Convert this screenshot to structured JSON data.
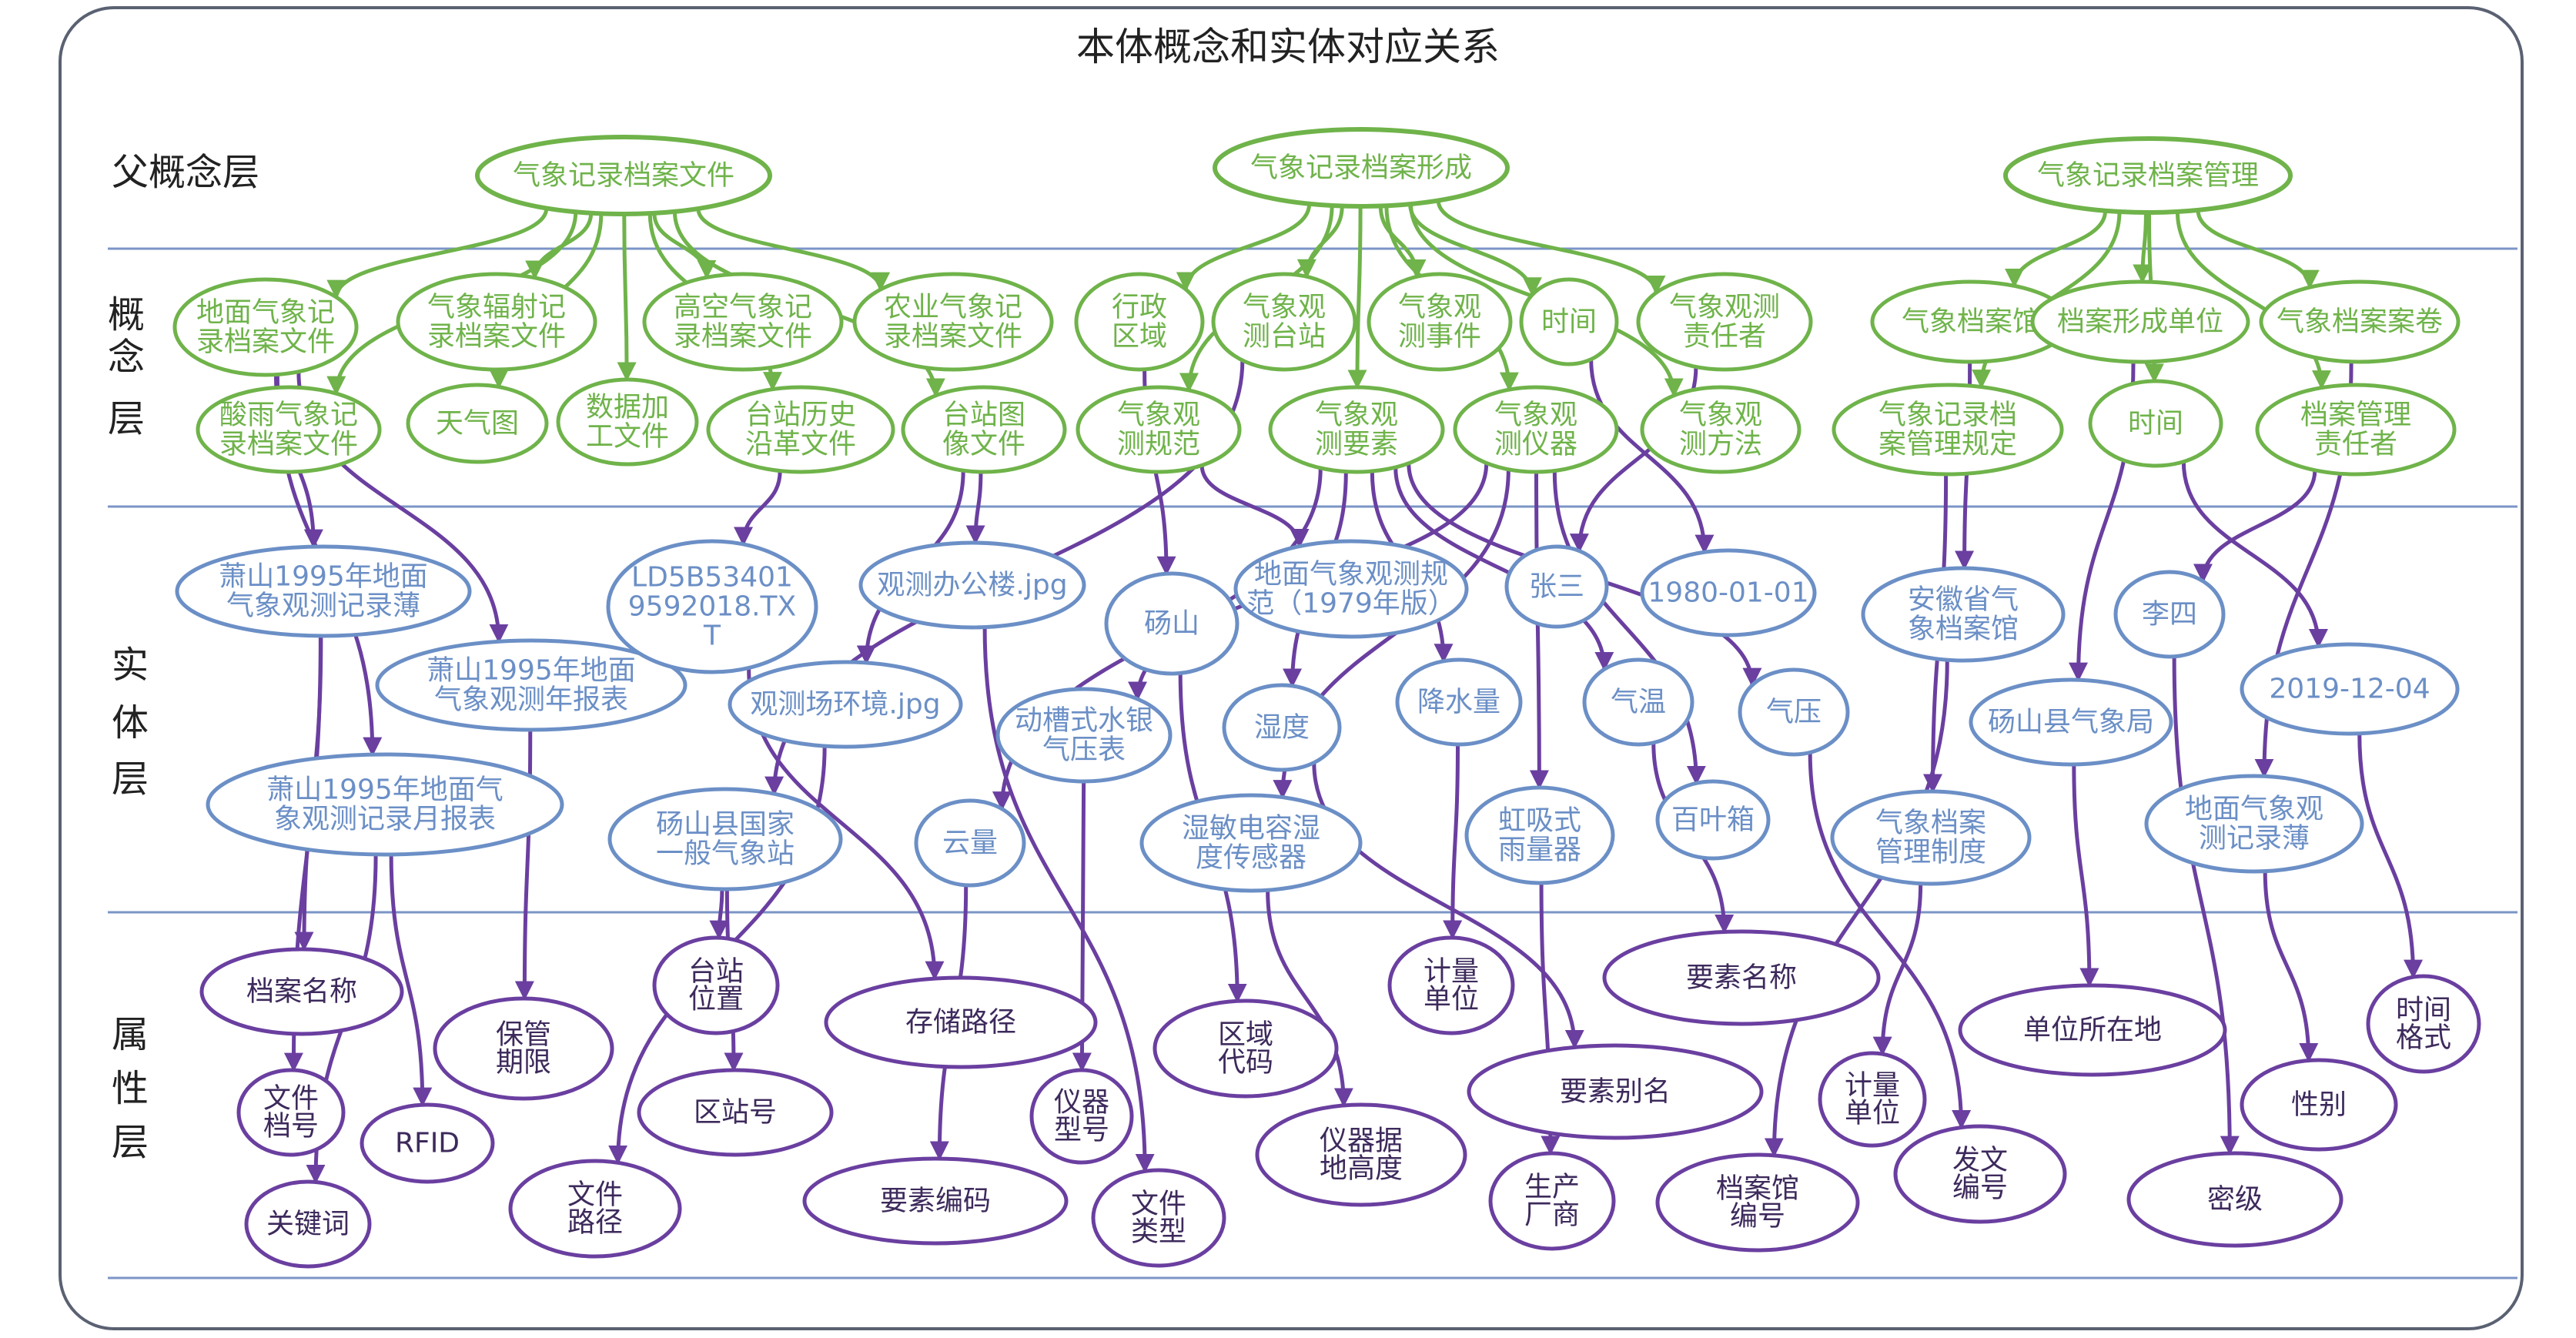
{
  "title": "本体概念和实体对应关系",
  "layers": [
    "父概念层",
    "概念层",
    "实体层",
    "属性层"
  ],
  "colors": {
    "parent": "#6fb34a",
    "concept": "#6fb34a",
    "entity": "#6b8fc6",
    "attr": "#6a3fa0"
  },
  "nodes": [
    {
      "id": "p1",
      "layer": "parent",
      "lines": [
        "气象记录档案文件"
      ]
    },
    {
      "id": "p2",
      "layer": "parent",
      "lines": [
        "气象记录档案形成"
      ]
    },
    {
      "id": "p3",
      "layer": "parent",
      "lines": [
        "气象记录档案管理"
      ]
    },
    {
      "id": "c1",
      "layer": "concept",
      "lines": [
        "地面气象记",
        "录档案文件"
      ]
    },
    {
      "id": "c2",
      "layer": "concept",
      "lines": [
        "气象辐射记",
        "录档案文件"
      ]
    },
    {
      "id": "c3",
      "layer": "concept",
      "lines": [
        "高空气象记",
        "录档案文件"
      ]
    },
    {
      "id": "c4",
      "layer": "concept",
      "lines": [
        "农业气象记",
        "录档案文件"
      ]
    },
    {
      "id": "c5",
      "layer": "concept",
      "lines": [
        "酸雨气象记",
        "录档案文件"
      ]
    },
    {
      "id": "c6",
      "layer": "concept",
      "lines": [
        "天气图"
      ]
    },
    {
      "id": "c7",
      "layer": "concept",
      "lines": [
        "数据加",
        "工文件"
      ]
    },
    {
      "id": "c8",
      "layer": "concept",
      "lines": [
        "台站历史",
        "沿革文件"
      ]
    },
    {
      "id": "c9",
      "layer": "concept",
      "lines": [
        "台站图",
        "像文件"
      ]
    },
    {
      "id": "c10",
      "layer": "concept",
      "lines": [
        "行政",
        "区域"
      ]
    },
    {
      "id": "c11",
      "layer": "concept",
      "lines": [
        "气象观",
        "测台站"
      ]
    },
    {
      "id": "c12",
      "layer": "concept",
      "lines": [
        "气象观",
        "测事件"
      ]
    },
    {
      "id": "c13",
      "layer": "concept",
      "lines": [
        "时间"
      ]
    },
    {
      "id": "c14",
      "layer": "concept",
      "lines": [
        "气象观测",
        "责任者"
      ]
    },
    {
      "id": "c15",
      "layer": "concept",
      "lines": [
        "气象观",
        "测规范"
      ]
    },
    {
      "id": "c16",
      "layer": "concept",
      "lines": [
        "气象观",
        "测要素"
      ]
    },
    {
      "id": "c17",
      "layer": "concept",
      "lines": [
        "气象观",
        "测仪器"
      ]
    },
    {
      "id": "c18",
      "layer": "concept",
      "lines": [
        "气象观",
        "测方法"
      ]
    },
    {
      "id": "c19",
      "layer": "concept",
      "lines": [
        "气象档案馆"
      ]
    },
    {
      "id": "c20",
      "layer": "concept",
      "lines": [
        "档案形成单位"
      ]
    },
    {
      "id": "c21",
      "layer": "concept",
      "lines": [
        "气象档案案卷"
      ]
    },
    {
      "id": "c22",
      "layer": "concept",
      "lines": [
        "气象记录档",
        "案管理规定"
      ]
    },
    {
      "id": "c23",
      "layer": "concept",
      "lines": [
        "时间"
      ]
    },
    {
      "id": "c24",
      "layer": "concept",
      "lines": [
        "档案管理",
        "责任者"
      ]
    },
    {
      "id": "e1",
      "layer": "entity",
      "lines": [
        "萧山1995年地面",
        "气象观测记录薄"
      ]
    },
    {
      "id": "e2",
      "layer": "entity",
      "lines": [
        "萧山1995年地面",
        "气象观测年报表"
      ]
    },
    {
      "id": "e3",
      "layer": "entity",
      "lines": [
        "萧山1995年地面气",
        "象观测记录月报表"
      ]
    },
    {
      "id": "e4",
      "layer": "entity",
      "lines": [
        "LD5B53401",
        "9592018.TX",
        "T"
      ]
    },
    {
      "id": "e5",
      "layer": "entity",
      "lines": [
        "观测办公楼.jpg"
      ]
    },
    {
      "id": "e6",
      "layer": "entity",
      "lines": [
        "观测场环境.jpg"
      ]
    },
    {
      "id": "e7",
      "layer": "entity",
      "lines": [
        "砀山县国家",
        "一般气象站"
      ]
    },
    {
      "id": "e8",
      "layer": "entity",
      "lines": [
        "砀山"
      ]
    },
    {
      "id": "e9",
      "layer": "entity",
      "lines": [
        "动槽式水银",
        "气压表"
      ]
    },
    {
      "id": "e10",
      "layer": "entity",
      "lines": [
        "云量"
      ]
    },
    {
      "id": "e11",
      "layer": "entity",
      "lines": [
        "地面气象观测规",
        "范（1979年版）"
      ]
    },
    {
      "id": "e12",
      "layer": "entity",
      "lines": [
        "湿度"
      ]
    },
    {
      "id": "e13",
      "layer": "entity",
      "lines": [
        "湿敏电容湿",
        "度传感器"
      ]
    },
    {
      "id": "e14",
      "layer": "entity",
      "lines": [
        "张三"
      ]
    },
    {
      "id": "e15",
      "layer": "entity",
      "lines": [
        "降水量"
      ]
    },
    {
      "id": "e16",
      "layer": "entity",
      "lines": [
        "虹吸式",
        "雨量器"
      ]
    },
    {
      "id": "e17",
      "layer": "entity",
      "lines": [
        "1980-01-01"
      ]
    },
    {
      "id": "e18",
      "layer": "entity",
      "lines": [
        "气温"
      ]
    },
    {
      "id": "e19",
      "layer": "entity",
      "lines": [
        "百叶箱"
      ]
    },
    {
      "id": "e20",
      "layer": "entity",
      "lines": [
        "气压"
      ]
    },
    {
      "id": "e21",
      "layer": "entity",
      "lines": [
        "安徽省气",
        "象档案馆"
      ]
    },
    {
      "id": "e22",
      "layer": "entity",
      "lines": [
        "气象档案",
        "管理制度"
      ]
    },
    {
      "id": "e23",
      "layer": "entity",
      "lines": [
        "李四"
      ]
    },
    {
      "id": "e24",
      "layer": "entity",
      "lines": [
        "砀山县气象局"
      ]
    },
    {
      "id": "e25",
      "layer": "entity",
      "lines": [
        "2019-12-04"
      ]
    },
    {
      "id": "e26",
      "layer": "entity",
      "lines": [
        "地面气象观",
        "测记录薄"
      ]
    },
    {
      "id": "a1",
      "layer": "attr",
      "lines": [
        "档案名称"
      ]
    },
    {
      "id": "a2",
      "layer": "attr",
      "lines": [
        "文件",
        "档号"
      ]
    },
    {
      "id": "a3",
      "layer": "attr",
      "lines": [
        "RFID"
      ]
    },
    {
      "id": "a4",
      "layer": "attr",
      "lines": [
        "关键词"
      ]
    },
    {
      "id": "a5",
      "layer": "attr",
      "lines": [
        "保管",
        "期限"
      ]
    },
    {
      "id": "a6",
      "layer": "attr",
      "lines": [
        "文件",
        "路径"
      ]
    },
    {
      "id": "a7",
      "layer": "attr",
      "lines": [
        "台站",
        "位置"
      ]
    },
    {
      "id": "a8",
      "layer": "attr",
      "lines": [
        "区站号"
      ]
    },
    {
      "id": "a9",
      "layer": "attr",
      "lines": [
        "存储路径"
      ]
    },
    {
      "id": "a10",
      "layer": "attr",
      "lines": [
        "要素编码"
      ]
    },
    {
      "id": "a11",
      "layer": "attr",
      "lines": [
        "仪器",
        "型号"
      ]
    },
    {
      "id": "a12",
      "layer": "attr",
      "lines": [
        "文件",
        "类型"
      ]
    },
    {
      "id": "a13",
      "layer": "attr",
      "lines": [
        "区域",
        "代码"
      ]
    },
    {
      "id": "a14",
      "layer": "attr",
      "lines": [
        "仪器据",
        "地高度"
      ]
    },
    {
      "id": "a15",
      "layer": "attr",
      "lines": [
        "计量",
        "单位"
      ]
    },
    {
      "id": "a16",
      "layer": "attr",
      "lines": [
        "要素名称"
      ]
    },
    {
      "id": "a17",
      "layer": "attr",
      "lines": [
        "要素别名"
      ]
    },
    {
      "id": "a18",
      "layer": "attr",
      "lines": [
        "生产",
        "厂商"
      ]
    },
    {
      "id": "a19",
      "layer": "attr",
      "lines": [
        "档案馆",
        "编号"
      ]
    },
    {
      "id": "a20",
      "layer": "attr",
      "lines": [
        "计量",
        "单位"
      ]
    },
    {
      "id": "a21",
      "layer": "attr",
      "lines": [
        "发文",
        "编号"
      ]
    },
    {
      "id": "a22",
      "layer": "attr",
      "lines": [
        "单位所在地"
      ]
    },
    {
      "id": "a23",
      "layer": "attr",
      "lines": [
        "性别"
      ]
    },
    {
      "id": "a24",
      "layer": "attr",
      "lines": [
        "密级"
      ]
    },
    {
      "id": "a25",
      "layer": "attr",
      "lines": [
        "时间",
        "格式"
      ]
    }
  ],
  "edges": [
    [
      "p1",
      "c1"
    ],
    [
      "p1",
      "c2"
    ],
    [
      "p1",
      "c3"
    ],
    [
      "p1",
      "c4"
    ],
    [
      "p1",
      "c5"
    ],
    [
      "p1",
      "c6"
    ],
    [
      "p1",
      "c7"
    ],
    [
      "p1",
      "c8"
    ],
    [
      "p1",
      "c9"
    ],
    [
      "p2",
      "c10"
    ],
    [
      "p2",
      "c11"
    ],
    [
      "p2",
      "c12"
    ],
    [
      "p2",
      "c13"
    ],
    [
      "p2",
      "c14"
    ],
    [
      "p2",
      "c15"
    ],
    [
      "p2",
      "c16"
    ],
    [
      "p2",
      "c17"
    ],
    [
      "p2",
      "c18"
    ],
    [
      "p3",
      "c19"
    ],
    [
      "p3",
      "c20"
    ],
    [
      "p3",
      "c21"
    ],
    [
      "p3",
      "c22"
    ],
    [
      "p3",
      "c23"
    ],
    [
      "p3",
      "c24"
    ],
    [
      "c1",
      "e1"
    ],
    [
      "c1",
      "e2"
    ],
    [
      "c1",
      "e3"
    ],
    [
      "c8",
      "e4"
    ],
    [
      "c9",
      "e5"
    ],
    [
      "c9",
      "e6"
    ],
    [
      "c10",
      "e8"
    ],
    [
      "c11",
      "e7"
    ],
    [
      "c15",
      "e11"
    ],
    [
      "c16",
      "e10"
    ],
    [
      "c16",
      "e12"
    ],
    [
      "c16",
      "e15"
    ],
    [
      "c16",
      "e18"
    ],
    [
      "c16",
      "e20"
    ],
    [
      "c17",
      "e9"
    ],
    [
      "c17",
      "e13"
    ],
    [
      "c17",
      "e16"
    ],
    [
      "c17",
      "e19"
    ],
    [
      "c14",
      "e14"
    ],
    [
      "c13",
      "e17"
    ],
    [
      "c19",
      "e21"
    ],
    [
      "c20",
      "e24"
    ],
    [
      "c22",
      "e22"
    ],
    [
      "c23",
      "e25"
    ],
    [
      "c24",
      "e23"
    ],
    [
      "c21",
      "e26"
    ],
    [
      "e1",
      "a1"
    ],
    [
      "e1",
      "a2"
    ],
    [
      "e3",
      "a3"
    ],
    [
      "e3",
      "a4"
    ],
    [
      "e2",
      "a5"
    ],
    [
      "e6",
      "a6"
    ],
    [
      "e7",
      "a7"
    ],
    [
      "e7",
      "a8"
    ],
    [
      "e4",
      "a9"
    ],
    [
      "e10",
      "a10"
    ],
    [
      "e9",
      "a11"
    ],
    [
      "e5",
      "a12"
    ],
    [
      "e8",
      "a13"
    ],
    [
      "e13",
      "a14"
    ],
    [
      "e15",
      "a15"
    ],
    [
      "e18",
      "a16"
    ],
    [
      "e12",
      "a17"
    ],
    [
      "e16",
      "a18"
    ],
    [
      "e21",
      "a19"
    ],
    [
      "e22",
      "a20"
    ],
    [
      "e20",
      "a21"
    ],
    [
      "e24",
      "a22"
    ],
    [
      "e26",
      "a23"
    ],
    [
      "e23",
      "a24"
    ],
    [
      "e25",
      "a25"
    ]
  ]
}
